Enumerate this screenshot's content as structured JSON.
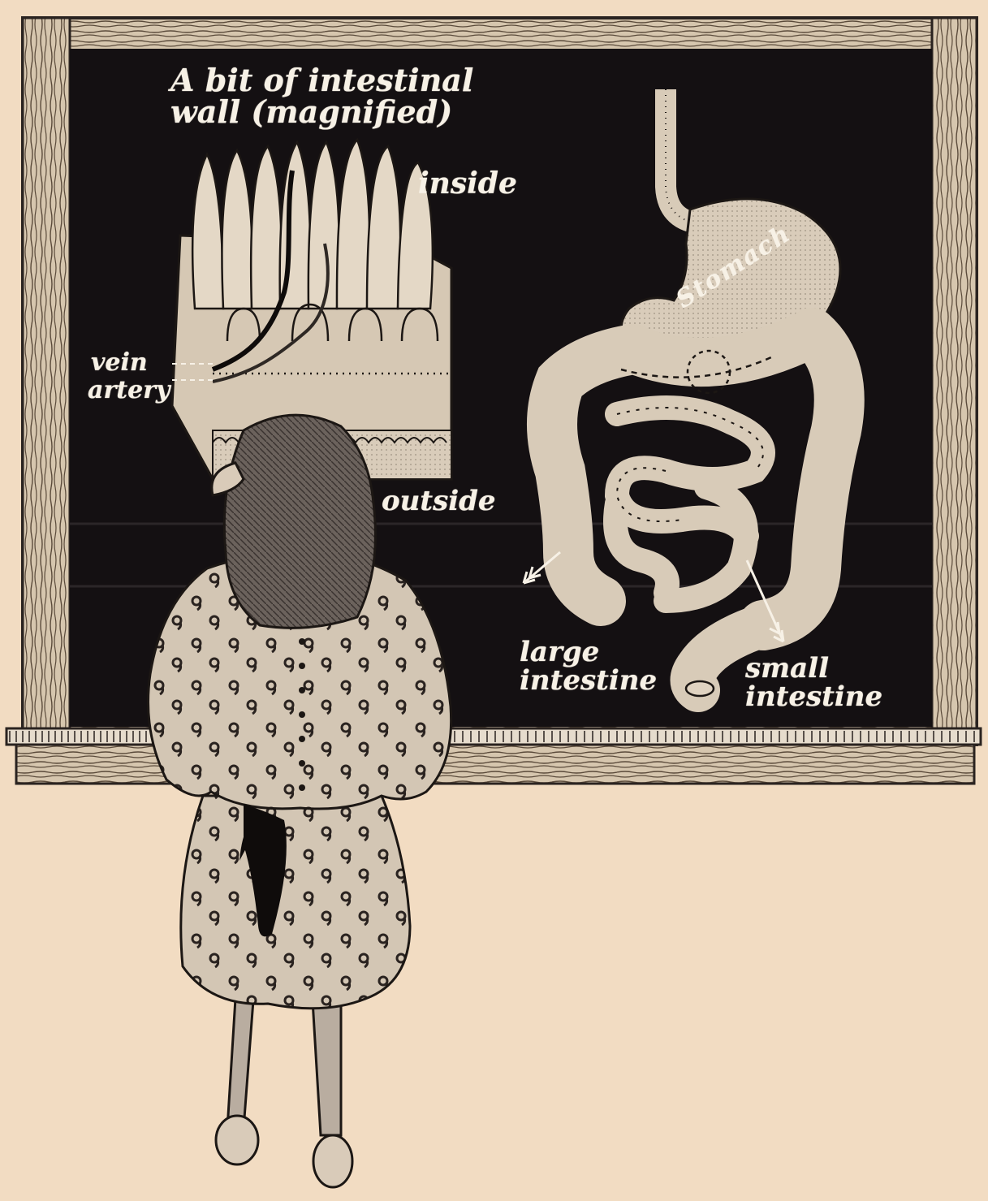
{
  "diagram": {
    "title_lines": [
      "A bit of intestinal",
      "wall (magnified)"
    ],
    "labels": {
      "inside": "inside",
      "outside": "outside",
      "vein": "vein",
      "artery": "artery",
      "stomach": "Stomach",
      "large_intestine": [
        "large",
        "intestine"
      ],
      "small_intestine": [
        "small",
        "intestine"
      ]
    }
  },
  "colors": {
    "paper": "#f2dcc2",
    "chalkboard": "#141012",
    "frame": "#c9b79f",
    "organ_fill": "#d8cbb8",
    "chalk_text": "#f7f1e6",
    "dress": "#cdbfae"
  }
}
